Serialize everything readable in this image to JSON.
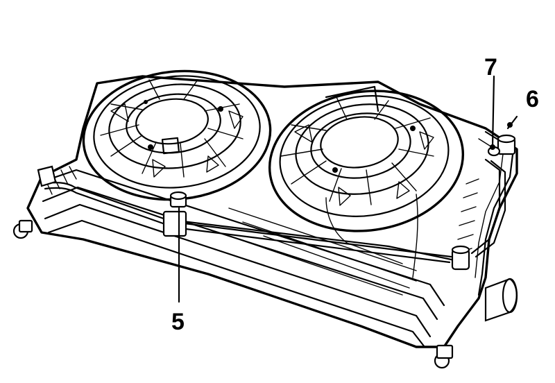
{
  "callouts": [
    {
      "id": "5",
      "label": "5"
    },
    {
      "id": "6",
      "label": "6"
    },
    {
      "id": "7",
      "label": "7"
    }
  ],
  "colors": {
    "ink": "#000000",
    "paper": "#ffffff"
  }
}
